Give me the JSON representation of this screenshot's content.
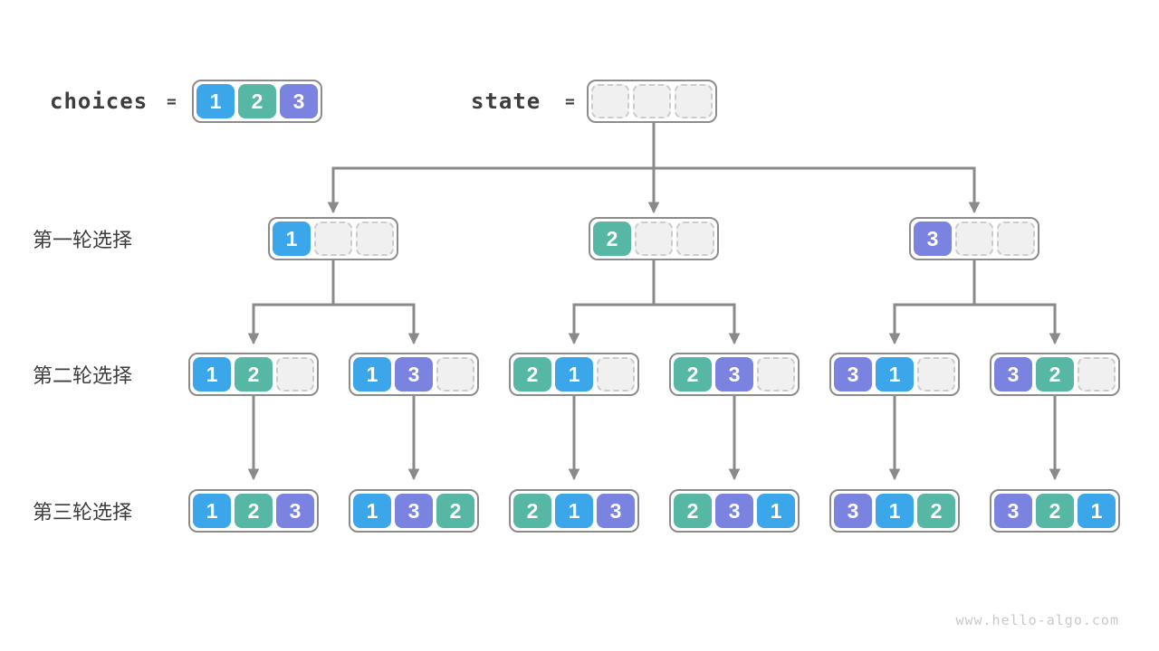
{
  "page": {
    "watermark": "www.hello-algo.com"
  },
  "legend": {
    "choices_label": "choices",
    "equals_sign": "=",
    "choices_cells": [
      "1",
      "2",
      "3"
    ],
    "state_label": "state",
    "state_cells": [
      "",
      "",
      ""
    ]
  },
  "rounds": [
    {
      "label": "第一轮选择",
      "states": [
        [
          "1",
          "",
          ""
        ],
        [
          "2",
          "",
          ""
        ],
        [
          "3",
          "",
          ""
        ]
      ]
    },
    {
      "label": "第二轮选择",
      "states": [
        [
          "1",
          "2",
          ""
        ],
        [
          "1",
          "3",
          ""
        ],
        [
          "2",
          "1",
          ""
        ],
        [
          "2",
          "3",
          ""
        ],
        [
          "3",
          "1",
          ""
        ],
        [
          "3",
          "2",
          ""
        ]
      ]
    },
    {
      "label": "第三轮选择",
      "states": [
        [
          "1",
          "2",
          "3"
        ],
        [
          "1",
          "3",
          "2"
        ],
        [
          "2",
          "1",
          "3"
        ],
        [
          "2",
          "3",
          "1"
        ],
        [
          "3",
          "1",
          "2"
        ],
        [
          "3",
          "2",
          "1"
        ]
      ]
    }
  ],
  "colors": {
    "choice_1": "#3BA6EA",
    "choice_2": "#56B8A4",
    "choice_3": "#7A83DF",
    "cell_text": "#FFFFFF",
    "empty_cell_bg": "#F0F0F0",
    "empty_cell_border": "#CBCBCB",
    "box_border": "#8C8C8C",
    "arrow": "#8A8A8A",
    "label_text": "#3D3D3D",
    "watermark_text": "#C9C9C9"
  }
}
